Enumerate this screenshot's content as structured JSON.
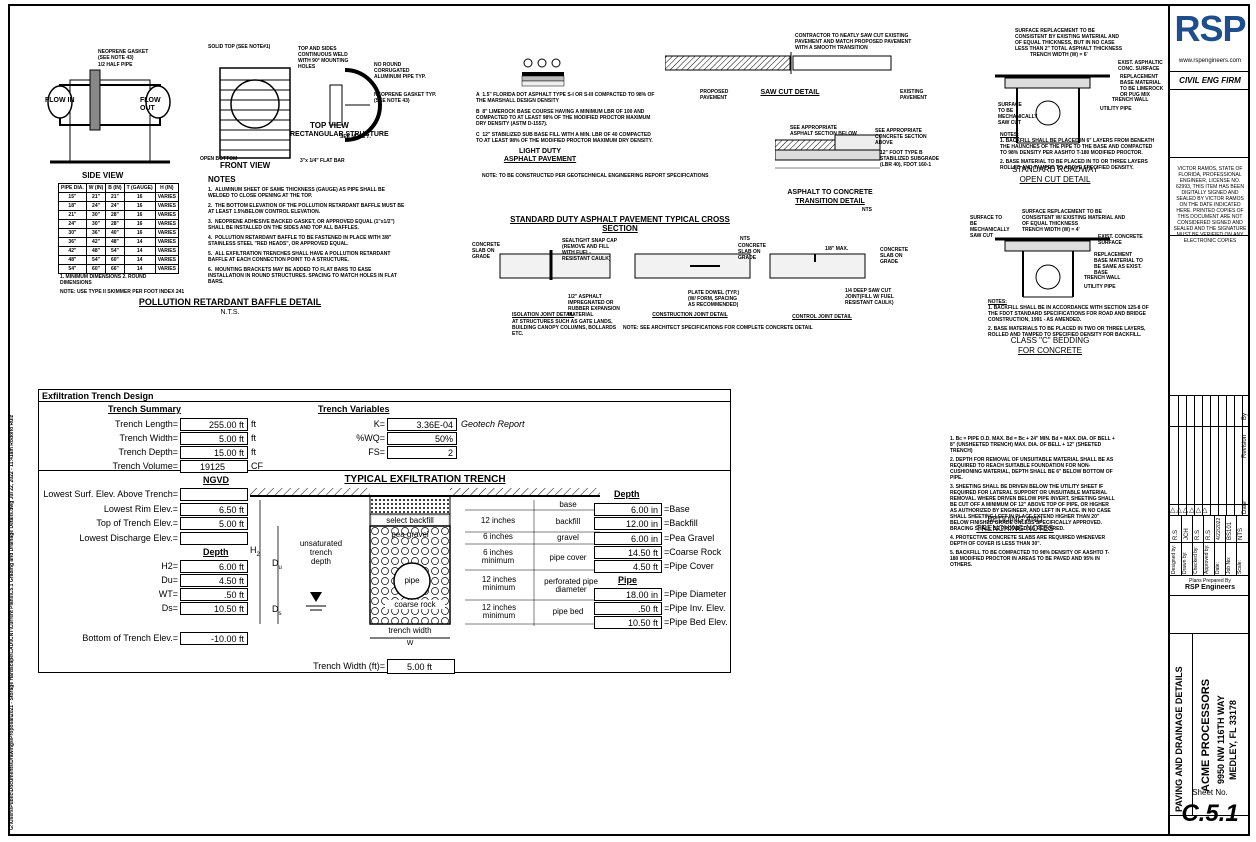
{
  "left_margin_text": "G:\\Users\\Public\\Documents\\Drawings\\Proposal\\2021 - Storage Hardscape\\CAD\\\\CNT\\Current Plans\\C5.1 Grading and Drainage Details.dwg Jul 22, 2022 - 11:41am Rodolfo Ruiz",
  "baffle": {
    "side_view_title": "SIDE VIEW",
    "front_view_title": "FRONT VIEW",
    "top_view_title": "TOP VIEW",
    "top_view_sub": "RECTANGULAR STRUCTURE",
    "callouts": [
      "NEOPRENE GASKET (SEE NOTE 43)",
      "1/2 HALF PIPE",
      "SOLID TOP (SEE NOTE#1)",
      "TOP AND SIDES CONTINUOUS WELD WITH 90° MOUNTING HOLES",
      "NO ROUND CORRUGATED ALUMINUM PIPE TYP.",
      "NEOPRENE GASKET TYP. (SEE NOTE 43)",
      "SEE NOTE 7.",
      "OPEN BOTTOM",
      "3\"x 1/4\" FLAT BAR",
      "FLOW IN",
      "FLOW OUT"
    ],
    "table_headers": [
      "PIPE DIA.",
      "W (IN)",
      "B (IN)",
      "T (GAUGE)",
      "H (IN)"
    ],
    "table_rows": [
      [
        "15\"",
        "21\"",
        "21\"",
        "16",
        "VARIES"
      ],
      [
        "18\"",
        "24\"",
        "24\"",
        "16",
        "VARIES"
      ],
      [
        "21\"",
        "30\"",
        "28\"",
        "16",
        "VARIES"
      ],
      [
        "24\"",
        "30\"",
        "28\"",
        "16",
        "VARIES"
      ],
      [
        "30\"",
        "36\"",
        "40\"",
        "16",
        "VARIES"
      ],
      [
        "36\"",
        "42\"",
        "48\"",
        "14",
        "VARIES"
      ],
      [
        "42\"",
        "48\"",
        "54\"",
        "14",
        "VARIES"
      ],
      [
        "48\"",
        "54\"",
        "60\"",
        "14",
        "VARIES"
      ],
      [
        "54\"",
        "60\"",
        "66\"",
        "14",
        "VARIES"
      ]
    ],
    "table_footnote": "1. MINIMUM DIMENSIONS 2. ROUND DIMENSIONS",
    "note_use": "NOTE: USE TYPE II SKIMMER PER FOOT INDEX 241",
    "notes_title": "NOTES",
    "notes": [
      "ALUMINUM SHEET OF SAME THICKNESS (GAUGE) AS PIPE SHALL BE WELDED TO CLOSE OPENING AT THE TOP.",
      "THE BOTTOM ELEVATION OF THE POLLUTION RETARDANT BAFFLE MUST BE AT LEAST 1.5%BELOW CONTROL ELEVATION.",
      "NEOPRENE ADHESIVE BACKED GASKET, OR APPROVED EQUAL (1\"x1/2\") SHALL BE INSTALLED ON THE SIDES AND TOP ALL BAFFLES.",
      "POLLUTION RETARDANT BAFFLE TO BE FASTENED IN PLACE WITH 3/8\" STAINLESS STEEL \"RED HEADS\", OR APPROVED EQUAL.",
      "ALL EXFILTRATION TRENCHES SHALL HAVE A POLLUTION RETARDANT BAFFLE AT EACH CONNECTION POINT TO A STRUCTURE.",
      "MOUNTING BRACKETS MAY BE ADDED TO FLAT BARS TO EASE INSTALLATION IN ROUND STRUCTURES. SPACING TO MATCH HOLES IN FLAT BARS."
    ],
    "title": "POLLUTION RETARDANT BAFFLE DETAIL",
    "scale": "N.T.S."
  },
  "light_duty": {
    "markers": [
      "A",
      "B",
      "C"
    ],
    "notes": [
      "1.5\" FLORIDA DOT ASPHALT TYPE S-I OR S-III COMPACTED TO 98% OF THE MARSHALL DESIGN DENSITY",
      "8\" LIMEROCK BASE COURSE HAVING A MINIMUM LBR OF 100 AND COMPACTED TO AT LEAST 98% OF THE MODIFIED PROCTOR MAXIMUM DRY DENSITY (ASTM D-1557).",
      "12\" STABILIZED SUB BASE FILL WITH A MIN. LBR OF 40 COMPACTED TO AT LEAST 98% OF THE MODIFIED PROCTOR MAXIMUM DRY DENSITY."
    ],
    "title1": "LIGHT DUTY",
    "title2": "ASPHALT PAVEMENT",
    "note": "NOTE: TO BE CONSTRUCTED PER GEOTECHNICAL ENGINEERING REPORT SPECIFICATIONS"
  },
  "saw_cut": {
    "callout": "CONTRACTOR TO NEATLY SAW CUT EXISTING PAVEMENT AND MATCH PROPOSED PAVEMENT WITH A SMOOTH TRANSITION",
    "proposed": "PROPOSED PAVEMENT",
    "existing": "EXISTING PAVEMENT",
    "title": "SAW CUT DETAIL"
  },
  "asphalt_concrete": {
    "callouts": [
      "SEE APPROPRIATE ASPHALT SECTION BELOW",
      "SEE APPROPRIATE CONCRETE SECTION ABOVE",
      "12\" FOOT TYPE B STABILIZED SUBGRADE (LBR 40), FDOT 160-1"
    ],
    "title1": "ASPHALT TO CONCRETE",
    "title2": "TRANSITION DETAIL",
    "scale": "NTS"
  },
  "std_duty": {
    "title": "STANDARD DUTY ASPHALT PAVEMENT TYPICAL CROSS SECTION",
    "isolation_title": "ISOLATION JOINT DETAIL",
    "isolation_sub": "AT STRUCTURES SUCH AS GATE LANDS, BUILDING CANOPY COLUMNS, BOLLARDS ETC.",
    "construction_title": "CONSTRUCTION JOINT DETAIL",
    "control_title": "CONTROL JOINT DETAIL",
    "note": "NOTE: SEE ARCHITECT SPECIFICATIONS FOR COMPLETE CONCRETE DETAIL",
    "callouts": [
      "CONCRETE SLAB ON GRADE",
      "SEALTIGHT SNAP CAP (REMOVE AND FILL WITH FUEL-RESISTANT CAULK)",
      "1/2\" ASPHALT IMPREGNATED OR RUBBER EXPANSION MATERIAL",
      "NTS",
      "CONCRETE SLAB ON GRADE",
      "PLATE DOWEL (TYP.) (W/ FORM, SPACING AS RECOMMENDED)",
      "1/8\" MAX.",
      "CONCRETE SLAB ON GRADE",
      "1/4 DEEP SAW CUT JOINT(FILL W/ FUEL RESISTANT CAULK)"
    ]
  },
  "roadway": {
    "callouts": [
      "SURFACE REPLACEMENT TO BE CONSISTENT BY EXISTING MATERIAL AND OF EQUAL THICKNESS, BUT IN NO CASE LESS THAN 2\" TOTAL ASPHALT THICKNESS",
      "TRENCH WIDTH (W) = 6'",
      "EXIST. ASPHALTIC CONC. SURFACE",
      "REPLACEMENT BASE MATERIAL TO BE LIMEROCK OR PUG MIX",
      "TRENCH WALL",
      "UTILITY PIPE",
      "SURFACE TO BE MECHANICALLY SAW CUT"
    ],
    "notes_title": "NOTES:",
    "notes": [
      "BACKFILL SHALL BE PLACED IN 6\" LAYERS FROM BENEATH THE HAUNCHES OF THE PIPE TO THE BASE AND COMPACTED TO 98% DENSITY PER AASHTO T-180 MODIFIED PROCTOR.",
      "BASE MATERIAL TO BE PLACED IN TO OR THREE LAYERS ROLLED AND TAMPED TO ABOVE SPECIFIED DENSITY."
    ],
    "title1": "STANDARD ROADWAY",
    "title2": "OPEN CUT DETAIL"
  },
  "class_c": {
    "callouts": [
      "SURFACE TO BE MECHANICALLY SAW CUT",
      "SURFACE REPLACEMENT TO BE CONSISTENT W/ EXISTING MATERIAL AND OF EQUAL THICKNESS",
      "TRENCH WIDTH (W) = 4'",
      "EXIST. CONCRETE SURFACE",
      "REPLACEMENT BASE MATERIAL TO BE SAME AS EXIST. BASE",
      "TRENCH WALL",
      "UTILITY PIPE"
    ],
    "notes_title": "NOTES:",
    "notes": [
      "BACKFILL SHALL BE IN ACCORDANCE WITH SECTION 125-8 OF THE FDOT STANDARD SPECIFICATIONS FOR ROAD AND BRIDGE CONSTRUCTION, 1991 - AS AMENDED.",
      "BASE MATERIALS TO BE PLACED IN TWO OR THREE LAYERS, ROLLED AND TAMPED TO SPECIFIED DENSITY FOR BACKFILL."
    ],
    "title1": "CLASS \"C\" BEDDING",
    "title2": "FOR CONCRETE"
  },
  "bedding": {
    "notes": [
      "Bc = PIPE O.D. MAX. Bd = Bc + 24\" MIN. Bd = MAX. DIA. OF BELL + 8\" (UNSHEETED TRENCH) MAX. DIA. OF BELL + 12\" (SHEETED TRENCH)",
      "DEPTH FOR REMOVAL OF UNSUITABLE MATERIAL SHALL BE AS REQUIRED TO REACH SUITABLE FOUNDATION FOR NON-CUSHIONING MATERIAL, DEPTH SHALL BE 6\" BELOW BOTTOM OF PIPE.",
      "SHEETING SHALL BE DRIVEN BELOW THE UTILITY SHEET IF REQUIRED FOR LATERAL SUPPORT OR UNSUITABLE MATERIAL REMOVAL. WHERE DRIVEN BELOW PIPE INVERT, SHEETING SHALL BE CUT OFF A MINIMUM OF 12\" ABOVE TOP OF PIPE, OR HIGHER AS AUTHORIZED BY ENGINEER, AND LEFT IN PLACE. IN NO CASE SHALL SHEETING LEFT IN PLACE EXTEND HIGHER THAN 20\" BELOW FINISHED GRADE UNLESS SPECIFICALLY APPROVED. BRACING SHALL BE PROVIDED AS REQUIRED.",
      "PROTECTIVE CONCRETE SLABS ARE REQUIRED WHENEVER DEPTH OF COVER IS LESS THAN 30\".",
      "BACKFILL TO BE COMPACTED TO 98% DENSITY OF AASHTO T-180 MODIFIED PROCTOR IN AREAS TO BE PAVED AND 95% IN OTHERS."
    ],
    "title1": "BEDDING AND",
    "title2": "TRENCHING NOTES"
  },
  "exfiltration": {
    "title": "Exfiltration Trench Design",
    "summary_header": "Trench Summary",
    "summary": [
      {
        "label": "Trench Length=",
        "value": "255.00 ft",
        "unit": "ft"
      },
      {
        "label": "Trench Width=",
        "value": "5.00 ft",
        "unit": "ft"
      },
      {
        "label": "Trench Depth=",
        "value": "15.00 ft",
        "unit": "ft"
      },
      {
        "label": "Trench Volume=",
        "value": "19125",
        "unit": "CF"
      }
    ],
    "variables_header": "Trench Variables",
    "variables": [
      {
        "label": "K=",
        "value": "3.36E-04",
        "note": "Geotech Report"
      },
      {
        "label": "%WQ=",
        "value": "50%",
        "note": ""
      },
      {
        "label": "FS=",
        "value": "2",
        "note": ""
      }
    ],
    "ngvd_header": "NGVD",
    "ngvd": [
      {
        "label": "Lowest Surf. Elev. Above Trench=",
        "value": ""
      },
      {
        "label": "Lowest Rim Elev.=",
        "value": "6.50 ft"
      },
      {
        "label": "Top of Trench Elev.=",
        "value": "5.00 ft"
      },
      {
        "label": "Lowest Discharge Elev.=",
        "value": ""
      }
    ],
    "depth_left_header": "Depth",
    "depth_left": [
      {
        "label": "H2=",
        "value": "6.00 ft"
      },
      {
        "label": "Du=",
        "value": "4.50 ft"
      },
      {
        "label": "WT=",
        "value": ".50 ft"
      },
      {
        "label": "Ds=",
        "value": "10.50 ft"
      }
    ],
    "bottom_label": "Bottom of Trench Elev.=",
    "bottom_value": "-10.00 ft",
    "diagram_title": "TYPICAL EXFILTRATION TRENCH",
    "diagram": {
      "select_backfill": "select backfill",
      "pea_gravel": "pea gravel",
      "unsaturated1": "unsaturated",
      "unsaturated2": "trench",
      "unsaturated3": "depth",
      "pipe": "pipe",
      "coarse_rock": "coarse rock",
      "trench_width": "trench width",
      "w": "W",
      "h2": "H",
      "h2_sub": "2",
      "du": "D",
      "du_sub": "u",
      "ds": "D",
      "ds_sub": "s"
    },
    "layers": [
      {
        "thickness": "",
        "name": "base"
      },
      {
        "thickness": "12 inches",
        "name": "backfill"
      },
      {
        "thickness": "6 inches",
        "name": "gravel"
      },
      {
        "thickness": "6 inches minimum",
        "name": "pipe cover"
      },
      {
        "thickness": "12 inches minimum",
        "name": "perforated pipe diameter"
      },
      {
        "thickness": "12 inches minimum",
        "name": "pipe bed"
      }
    ],
    "depth_right_header": "Depth",
    "depth_right": [
      {
        "value": "6.00 in",
        "label": "=Base"
      },
      {
        "value": "12.00 in",
        "label": "=Backfill"
      },
      {
        "value": "6.00 in",
        "label": "=Pea Gravel"
      },
      {
        "value": "14.50 ft",
        "label": "=Coarse Rock"
      },
      {
        "value": "4.50 ft",
        "label": "=Pipe Cover"
      }
    ],
    "pipe_header": "Pipe",
    "pipe": [
      {
        "value": "18.00 in",
        "label": "=Pipe Diameter"
      },
      {
        "value": ".50 ft",
        "label": "=Pipe Inv. Elev."
      },
      {
        "value": "10.50 ft",
        "label": "=Pipe Bed Elev."
      }
    ],
    "width_label": "Trench Width (ft)=",
    "width_value": "5.00 ft"
  },
  "title_block": {
    "logo": "RSP",
    "url": "www.rspengineers.com",
    "firm": "CIVIL ENG FIRM",
    "seal_text": "VICTOR RAMOS, STATE OF FLORIDA, PROFESSIONAL ENGINEER, LICENSE NO. 62993, THIS ITEM HAS BEEN DIGITALLY SIGNED AND SEALED BY VICTOR RAMOS ON THE DATE INDICATED HERE. PRINTED COPIES OF THIS DOCUMENT ARE NOT CONSIDERED SIGNED AND SEALED AND THE SIGNATURE MUST BE VERIFIED ON ANY ELECTRONIC COPIES",
    "revision_headers": [
      "By",
      "Revision",
      "Date"
    ],
    "revision_marks": [
      "△",
      "△",
      "△",
      "△",
      "△",
      "△"
    ],
    "info_labels": [
      "Designed by:",
      "Drawn by:",
      "Checked by:",
      "Approved by:",
      "Date:",
      "Job No:",
      "Scale:"
    ],
    "info_values": [
      "R.S",
      "JCH",
      "R.S",
      "R.S",
      "4/22/2022",
      "BS101",
      "NTS"
    ],
    "prepared_label": "Plans Prepared By",
    "prepared_by": "RSP Engineers",
    "sheet_title": "PAVING AND DRAINAGE DETAILS",
    "project_name": "ACME PROCESSORS",
    "address1": "9950 NW 116TH WAY",
    "address2": "MEDLEY, FL 33178",
    "sheet_no_label": "Sheet No.",
    "sheet_no": "C.5.1"
  }
}
